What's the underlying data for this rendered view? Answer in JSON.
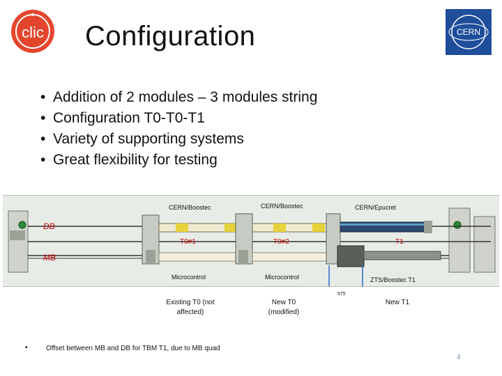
{
  "slide": {
    "title": "Configuration",
    "bullets": [
      "Addition of 2 modules – 3 modules string",
      "Configuration T0-T0-T1",
      "Variety of supporting systems",
      "Great flexibility for testing"
    ],
    "logos": {
      "left": "clic",
      "right": "CERN"
    },
    "diagram": {
      "top_labels": [
        "CERN/Boostec",
        "CERN/Boostec",
        "CERN/Epucret"
      ],
      "beam_labels": [
        "DB",
        "MB"
      ],
      "module_labels": [
        "T0#1",
        "T0#2",
        "T1"
      ],
      "bottom_labels": [
        "Microcontrol",
        "Microcontrol",
        "ZTS/Boostec T1"
      ]
    },
    "below": {
      "col1": "Existing T0 (not affected)",
      "col2": "New T0 (modified)",
      "dim": "575",
      "col3": "New T1"
    },
    "footnote": "Offset between MB and DB for TBM T1, due to MB quad",
    "page_number": "4"
  },
  "colors": {
    "accent_red": "#c00000",
    "cern_blue": "#1f4e9a",
    "clic_red": "#e4462d"
  }
}
